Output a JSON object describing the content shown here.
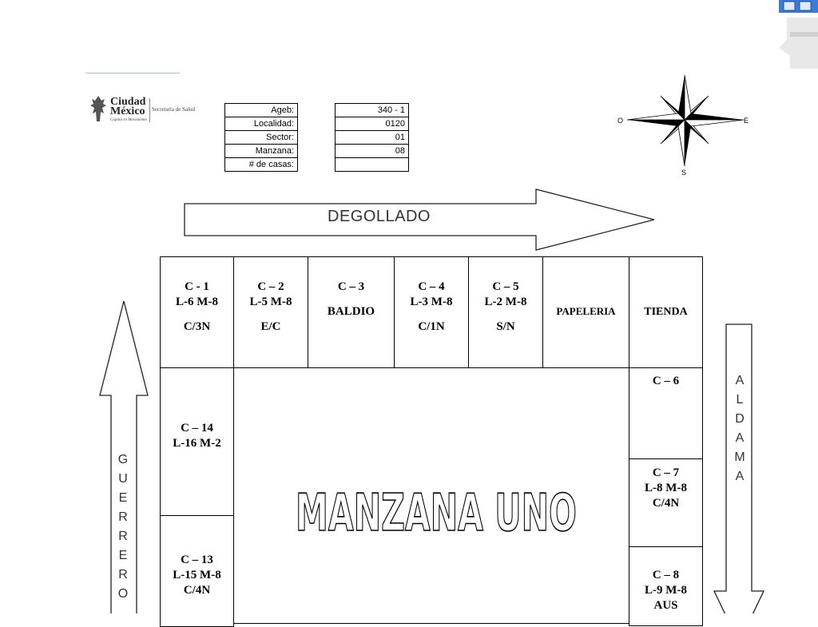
{
  "logo": {
    "city_line1": "Ciudad",
    "city_line2": "México",
    "motto": "Capital en Movimiento",
    "department": "Secretaría de Salud"
  },
  "info_table": {
    "rows": [
      {
        "label": "Ageb:",
        "value": "340 - 1"
      },
      {
        "label": "Localidad:",
        "value": "0120"
      },
      {
        "label": "Sector:",
        "value": "01"
      },
      {
        "label": "Manzana:",
        "value": "08"
      },
      {
        "label": "# de casas:",
        "value": ""
      }
    ]
  },
  "compass": {
    "west": "O",
    "east": "E",
    "south": "S"
  },
  "streets": {
    "top": "DEGOLLADO",
    "left": [
      "G",
      "U",
      "E",
      "R",
      "R",
      "E",
      "R",
      "O"
    ],
    "right": [
      "A",
      "L",
      "D",
      "A",
      "M",
      "A"
    ]
  },
  "block_title": "MANZANA UNO",
  "houses": {
    "c1": {
      "l1": "C - 1",
      "l2": "L-6  M-8",
      "l3": "C/3N"
    },
    "c2": {
      "l1": "C – 2",
      "l2": "L-5 M-8",
      "l3": "E/C"
    },
    "c3": {
      "l1": "C – 3",
      "l2": "BALDIO"
    },
    "c4": {
      "l1": "C – 4",
      "l2": "L-3 M-8",
      "l3": "C/1N"
    },
    "c5": {
      "l1": "C – 5",
      "l2": "L-2 M-8",
      "l3": "S/N"
    },
    "papeleria": {
      "l1": "PAPELERIA"
    },
    "tienda": {
      "l1": "TIENDA"
    },
    "c6": {
      "l1": "C – 6"
    },
    "c7": {
      "l1": "C – 7",
      "l2": "L-8 M-8",
      "l3": "C/4N"
    },
    "c8": {
      "l1": "C – 8",
      "l2": "L-9 M-8",
      "l3": "AUS"
    },
    "c14": {
      "l1": "C – 14",
      "l2": "L-16 M-2"
    },
    "c13": {
      "l1": "C – 13",
      "l2": "L-15 M-8",
      "l3": "C/4N"
    }
  }
}
